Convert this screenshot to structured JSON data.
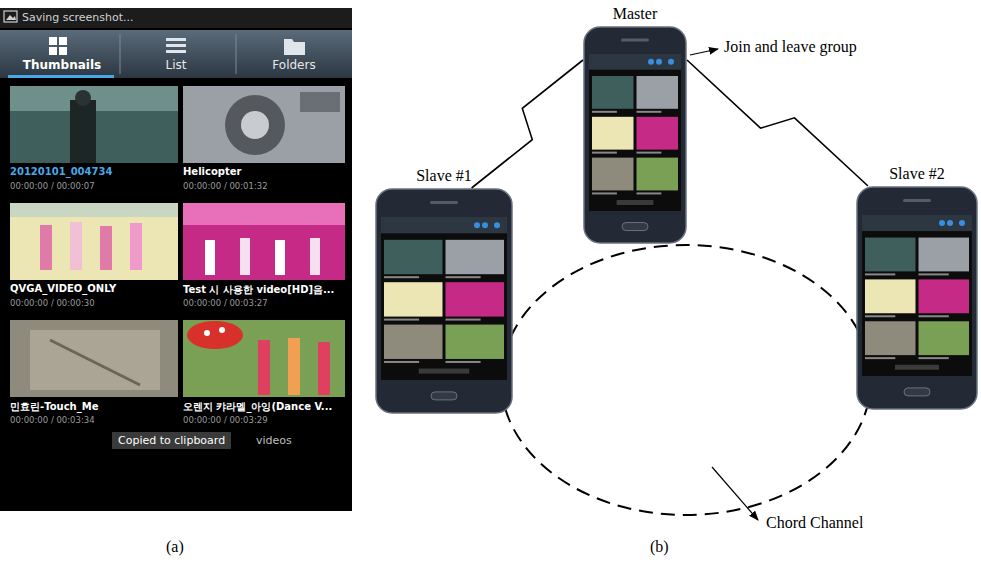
{
  "diagram": {
    "nodes": [
      {
        "text": [
          "Master"
        ]
      },
      {
        "text": [
          "Slave #1"
        ]
      },
      {
        "text": [
          "Slave #2"
        ]
      }
    ],
    "edges": [
      {
        "from": 0,
        "to": 1,
        "arrow": "none"
      },
      {
        "from": 0,
        "to": 2,
        "arrow": "none"
      }
    ],
    "labels": [
      "Saving screenshot...",
      "Thumbnails",
      "List",
      "Folders",
      "20120101_004734",
      "00:00:00 / 00:00:07",
      "Helicopter",
      "00:00:00 / 00:01:32",
      "QVGA_VIDEO_ONLY",
      "00:00:00 / 00:00:30",
      "Test 시 사용한 video[HD]음...",
      "00:00:00 / 00:03:27",
      "민효린-Touch_Me",
      "00:00:00 / 00:03:34",
      "오렌지 캬라멜_아잉(Dance V...",
      "00:00:00 / 00:03:29",
      "Copied to clipboard",
      "videos",
      "Join and leave group",
      "Chord Channel",
      "(a)",
      "(b)"
    ]
  }
}
